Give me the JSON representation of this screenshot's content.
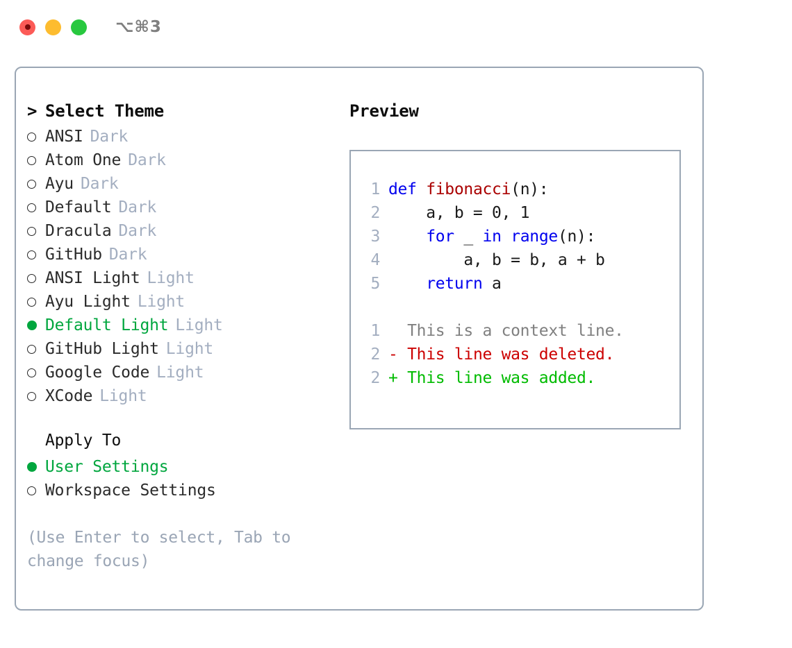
{
  "titlebar": {
    "shortcut": "⌥⌘3",
    "buttons": [
      {
        "name": "close",
        "color": "#fc5b57"
      },
      {
        "name": "minimize",
        "color": "#fdbc2f"
      },
      {
        "name": "zoom",
        "color": "#28c83f"
      }
    ]
  },
  "theme_list": {
    "header_marker": ">",
    "header": "Select Theme",
    "items": [
      {
        "marker": "○",
        "name": "ANSI",
        "kind": "Dark",
        "selected": false
      },
      {
        "marker": "○",
        "name": "Atom One",
        "kind": "Dark",
        "selected": false
      },
      {
        "marker": "○",
        "name": "Ayu",
        "kind": "Dark",
        "selected": false
      },
      {
        "marker": "○",
        "name": "Default",
        "kind": "Dark",
        "selected": false
      },
      {
        "marker": "○",
        "name": "Dracula",
        "kind": "Dark",
        "selected": false
      },
      {
        "marker": "○",
        "name": "GitHub",
        "kind": "Dark",
        "selected": false
      },
      {
        "marker": "○",
        "name": "ANSI Light",
        "kind": "Light",
        "selected": false
      },
      {
        "marker": "○",
        "name": "Ayu Light",
        "kind": "Light",
        "selected": false
      },
      {
        "marker": "●",
        "name": "Default Light",
        "kind": "Light",
        "selected": true
      },
      {
        "marker": "○",
        "name": "GitHub Light",
        "kind": "Light",
        "selected": false
      },
      {
        "marker": "○",
        "name": "Google Code",
        "kind": "Light",
        "selected": false
      },
      {
        "marker": "○",
        "name": "XCode",
        "kind": "Light",
        "selected": false
      }
    ]
  },
  "apply_to": {
    "label": "Apply To",
    "options": [
      {
        "marker": "●",
        "label": "User Settings",
        "selected": true
      },
      {
        "marker": "○",
        "label": "Workspace Settings",
        "selected": false
      }
    ]
  },
  "hint": "(Use Enter to select, Tab to change focus)",
  "preview": {
    "title": "Preview",
    "code_lines": [
      {
        "no": "1",
        "segments": [
          {
            "text": "def ",
            "style": "kw"
          },
          {
            "text": "fibonacci",
            "style": "fn"
          },
          {
            "text": "(n):",
            "style": "plain"
          }
        ]
      },
      {
        "no": "2",
        "segments": [
          {
            "text": "    a, b = 0, 1",
            "style": "plain"
          }
        ]
      },
      {
        "no": "3",
        "segments": [
          {
            "text": "    ",
            "style": "plain"
          },
          {
            "text": "for",
            "style": "kw"
          },
          {
            "text": " _ ",
            "style": "plain"
          },
          {
            "text": "in",
            "style": "kw"
          },
          {
            "text": " ",
            "style": "plain"
          },
          {
            "text": "range",
            "style": "kw"
          },
          {
            "text": "(n):",
            "style": "plain"
          }
        ]
      },
      {
        "no": "4",
        "segments": [
          {
            "text": "        a, b = b, a + b",
            "style": "plain"
          }
        ]
      },
      {
        "no": "5",
        "segments": [
          {
            "text": "    ",
            "style": "plain"
          },
          {
            "text": "return",
            "style": "kw"
          },
          {
            "text": " a",
            "style": "plain"
          }
        ]
      }
    ],
    "diff_lines": [
      {
        "no": "1",
        "sign": "  ",
        "text": "This is a context line.",
        "kind": "context"
      },
      {
        "no": "2",
        "sign": "- ",
        "text": "This line was deleted.",
        "kind": "deleted"
      },
      {
        "no": "2",
        "sign": "+ ",
        "text": "This line was added.",
        "kind": "added"
      }
    ]
  },
  "colors": {
    "accent_green": "#00a63e",
    "diff_add_green": "#00bb00",
    "diff_del_red": "#cc0000",
    "keyword_blue": "#0000ee",
    "function_red": "#aa0000",
    "muted": "#a3aec0",
    "border": "#9aa6b4"
  }
}
